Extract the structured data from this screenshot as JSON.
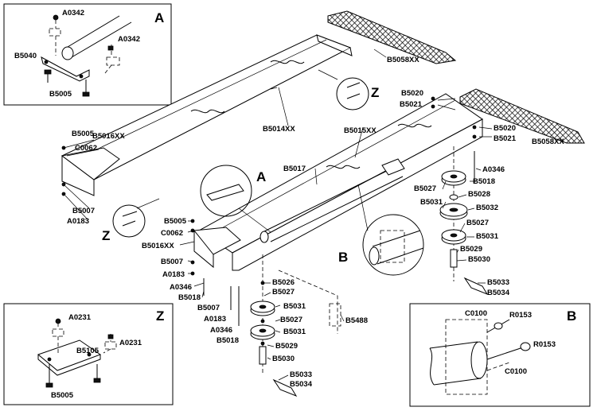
{
  "insets": {
    "a": {
      "letter": "A",
      "labels": [
        "A0342",
        "A0342",
        "B5040",
        "B5005"
      ]
    },
    "z": {
      "letter": "Z",
      "labels": [
        "A0231",
        "A0231",
        "B5105",
        "B5005"
      ]
    },
    "b": {
      "letter": "B",
      "labels": [
        "C0100",
        "R0153",
        "R0153",
        "C0100"
      ]
    }
  },
  "callouts": [
    "Z",
    "A",
    "B",
    "Z"
  ],
  "labels": [
    "B5058XX",
    "B5014XX",
    "B5005",
    "B5016XX",
    "C0062",
    "B5007",
    "A0183",
    "B5020",
    "B5021",
    "B5020",
    "B5021",
    "B5058XX",
    "B5015XX",
    "B5017",
    "A0346",
    "B5018",
    "B5027",
    "B5028",
    "B5031",
    "B5032",
    "B5027",
    "B5031",
    "B5029",
    "B5030",
    "B5033",
    "B5034",
    "B5005",
    "C0062",
    "B5016XX",
    "B5007",
    "A0183",
    "A0346",
    "B5018",
    "B5026",
    "B5027",
    "B5007",
    "B5031",
    "A0183",
    "B5027",
    "B5488",
    "A0346",
    "B5031",
    "B5018",
    "B5029",
    "B5030",
    "B5033",
    "B5034"
  ]
}
